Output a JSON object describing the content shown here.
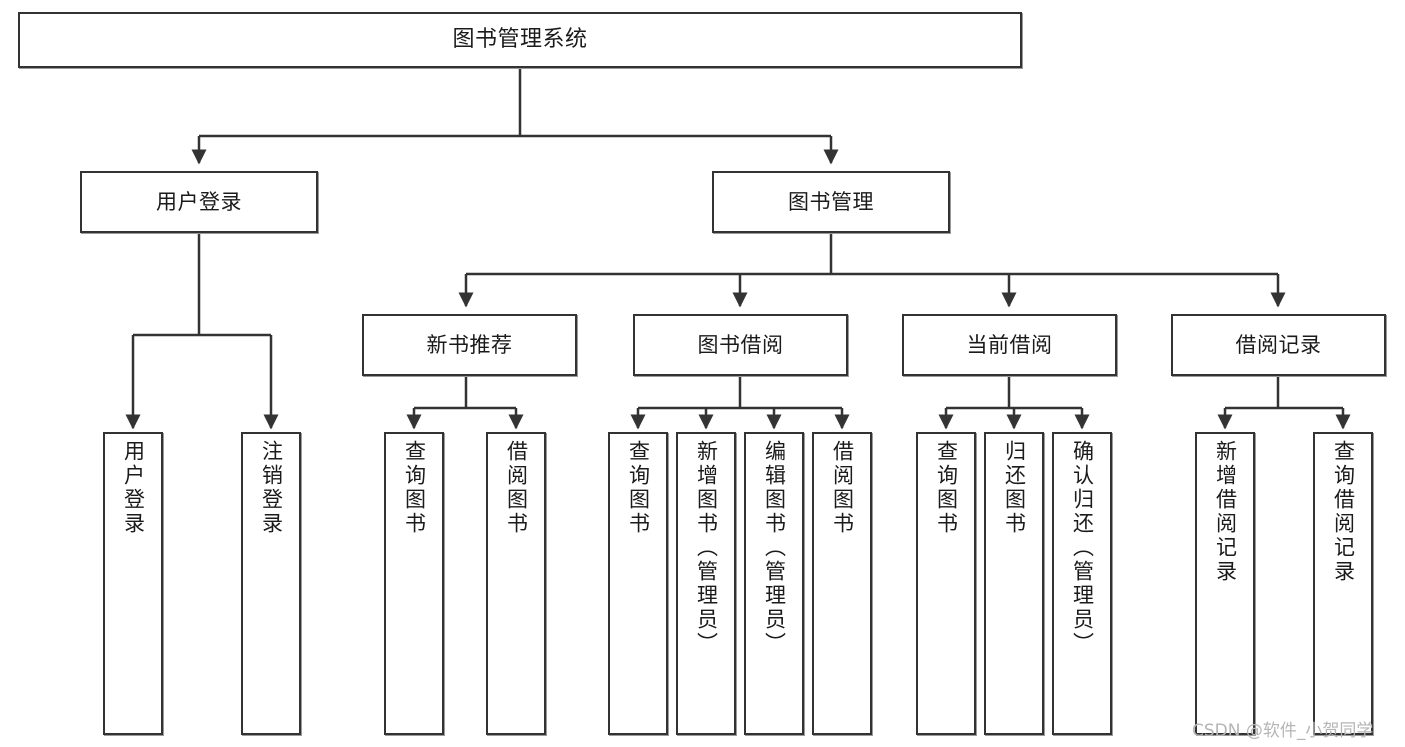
{
  "diagram": {
    "type": "tree-hierarchy",
    "title": "图书管理系统",
    "orientation": "top-down",
    "colors": {
      "background": "#ffffff",
      "node_fill": "#ffffff",
      "node_border": "#333333",
      "edge": "#333333",
      "text": "#1b1b1b",
      "watermark": "#b5b5b5"
    }
  },
  "root": {
    "label": "图书管理系统"
  },
  "level2": [
    {
      "label": "用户登录"
    },
    {
      "label": "图书管理"
    }
  ],
  "level3": [
    {
      "label": "新书推荐"
    },
    {
      "label": "图书借阅"
    },
    {
      "label": "当前借阅"
    },
    {
      "label": "借阅记录"
    }
  ],
  "leaves": {
    "user_login": [
      {
        "label": "用户登录"
      },
      {
        "label": "注销登录"
      }
    ],
    "new_book_recommend": [
      {
        "label": "查询图书"
      },
      {
        "label": "借阅图书"
      }
    ],
    "book_borrow": [
      {
        "label": "查询图书"
      },
      {
        "label": "新增图书（管理员）"
      },
      {
        "label": "编辑图书（管理员）"
      },
      {
        "label": "借阅图书"
      }
    ],
    "current_borrow": [
      {
        "label": "查询图书"
      },
      {
        "label": "归还图书"
      },
      {
        "label": "确认归还（管理员）"
      }
    ],
    "borrow_record": [
      {
        "label": "新增借阅记录"
      },
      {
        "label": "查询借阅记录"
      }
    ]
  },
  "watermark": {
    "text": "CSDN @软件_小贺同学"
  }
}
